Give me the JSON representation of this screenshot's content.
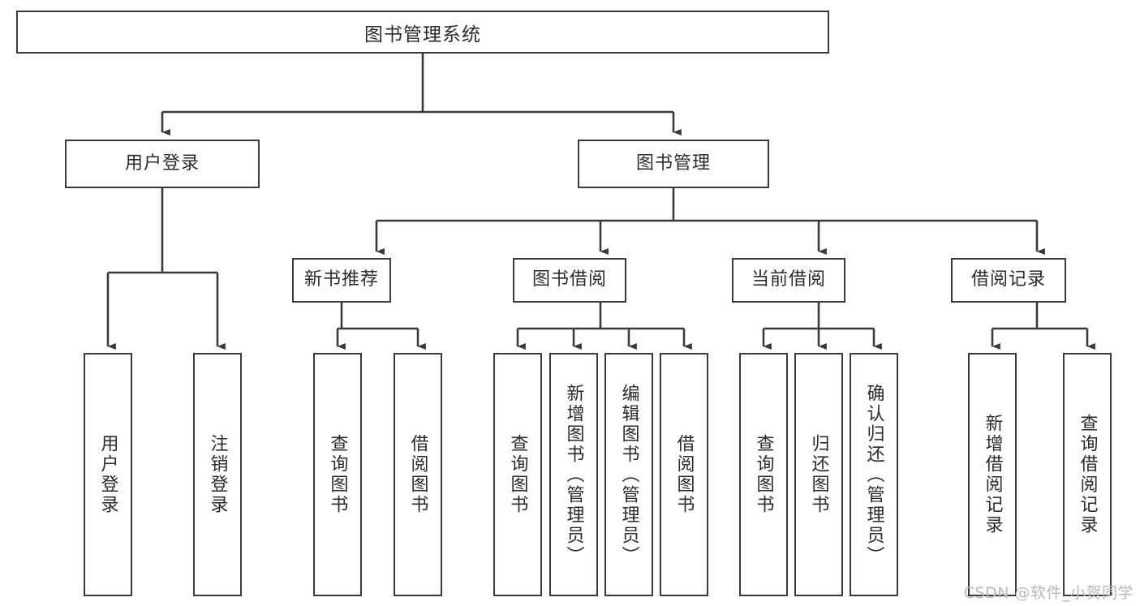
{
  "diagram": {
    "type": "tree-hierarchy",
    "title": "图书管理系统",
    "style": {
      "box_border_color": "#3a3a3a",
      "box_fill_color": "#ffffff",
      "connector_color": "#3a3a3a",
      "text_color": "#2b2b2b",
      "background_color": "#ffffff"
    },
    "root": {
      "label": "图书管理系统"
    },
    "level2": [
      {
        "id": "user-login",
        "label": "用户登录"
      },
      {
        "id": "book-manage",
        "label": "图书管理"
      }
    ],
    "level3": [
      {
        "id": "new-book-recommend",
        "label": "新书推荐"
      },
      {
        "id": "book-borrow",
        "label": "图书借阅"
      },
      {
        "id": "current-borrow",
        "label": "当前借阅"
      },
      {
        "id": "borrow-record",
        "label": "借阅记录"
      }
    ],
    "leaves": {
      "user_login": [
        {
          "id": "leaf-user-login",
          "label": "用户登录"
        },
        {
          "id": "leaf-logout-login",
          "label": "注销登录"
        }
      ],
      "new_book_recommend": [
        {
          "id": "leaf-query-book-1",
          "label": "查询图书"
        },
        {
          "id": "leaf-borrow-book-1",
          "label": "借阅图书"
        }
      ],
      "book_borrow": [
        {
          "id": "leaf-query-book-2",
          "label": "查询图书"
        },
        {
          "id": "leaf-add-book",
          "label": "新增图书（管理员）"
        },
        {
          "id": "leaf-edit-book",
          "label": "编辑图书（管理员）"
        },
        {
          "id": "leaf-borrow-book-2",
          "label": "借阅图书"
        }
      ],
      "current_borrow": [
        {
          "id": "leaf-query-book-3",
          "label": "查询图书"
        },
        {
          "id": "leaf-return-book",
          "label": "归还图书"
        },
        {
          "id": "leaf-confirm-return",
          "label": "确认归还（管理员）"
        }
      ],
      "borrow_record": [
        {
          "id": "leaf-add-record",
          "label": "新增借阅记录"
        },
        {
          "id": "leaf-query-record",
          "label": "查询借阅记录"
        }
      ]
    }
  },
  "watermark": {
    "text": "CSDN @软件_小贺同学"
  }
}
